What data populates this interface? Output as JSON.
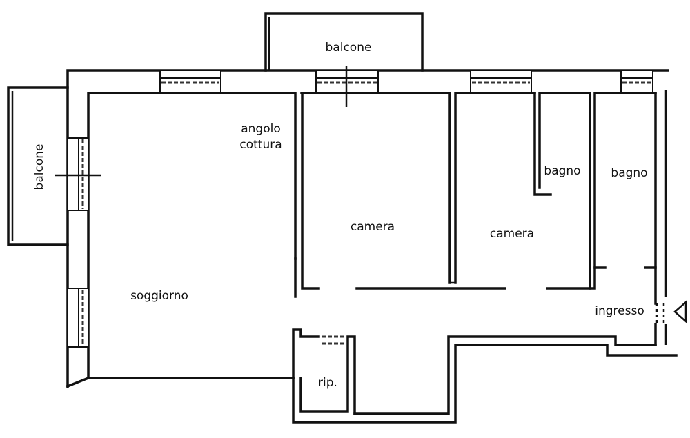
{
  "rooms": {
    "balcone_top": "balcone",
    "balcone_left": "balcone",
    "angolo_line1": "angolo",
    "angolo_line2": "cottura",
    "camera_1": "camera",
    "camera_2": "camera",
    "bagno_1": "bagno",
    "bagno_2": "bagno",
    "soggiorno": "soggiorno",
    "ingresso": "ingresso",
    "ripostiglio": "rip."
  },
  "icons": {
    "entrance_arrow": "entrance-triangle-icon"
  }
}
